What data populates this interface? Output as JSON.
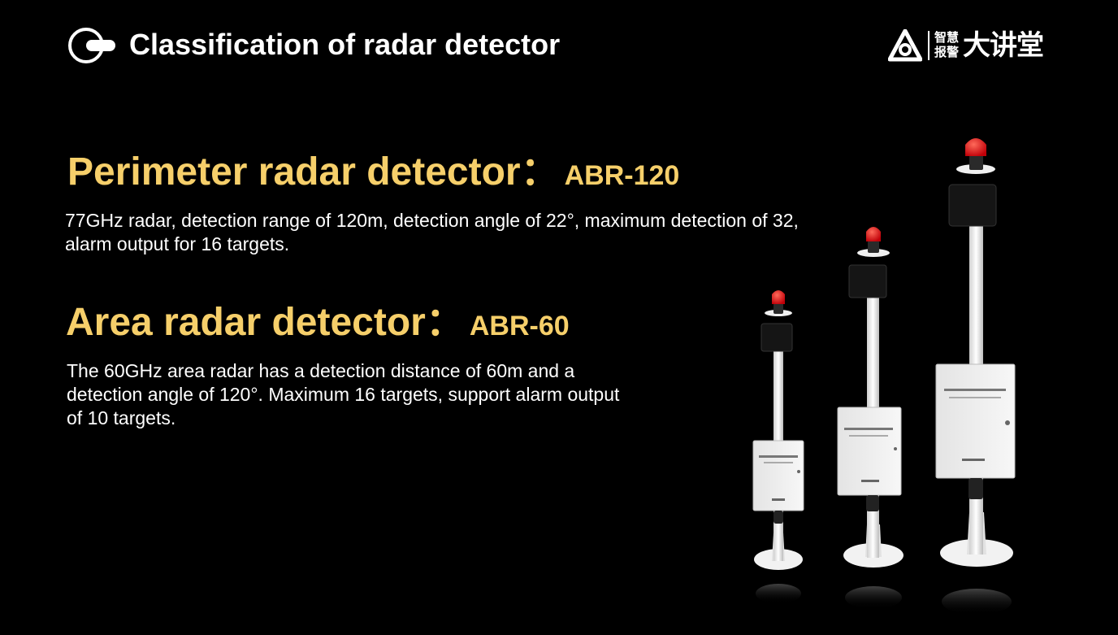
{
  "header": {
    "title": "Classification of radar detector"
  },
  "logo": {
    "small_top": "智慧",
    "small_bottom": "报警",
    "big": "大讲堂"
  },
  "sections": [
    {
      "heading": "Perimeter radar detector：",
      "model": "ABR-120",
      "description": "77GHz radar, detection range of 120m, detection angle of 22°, maximum detection of 32, alarm output for 16 targets."
    },
    {
      "heading": "Area radar detector：",
      "model": "ABR-60",
      "description": "The 60GHz area radar has a detection distance of 60m and a detection angle of 120°. Maximum 16 targets, support alarm output of 10 targets."
    }
  ],
  "colors": {
    "background": "#000000",
    "heading": "#f6cf6a",
    "text": "#ffffff",
    "beacon": "#e0141c"
  },
  "icons": {
    "header": "toggle-circle-icon",
    "logo": "brand-logo-mark-icon"
  }
}
